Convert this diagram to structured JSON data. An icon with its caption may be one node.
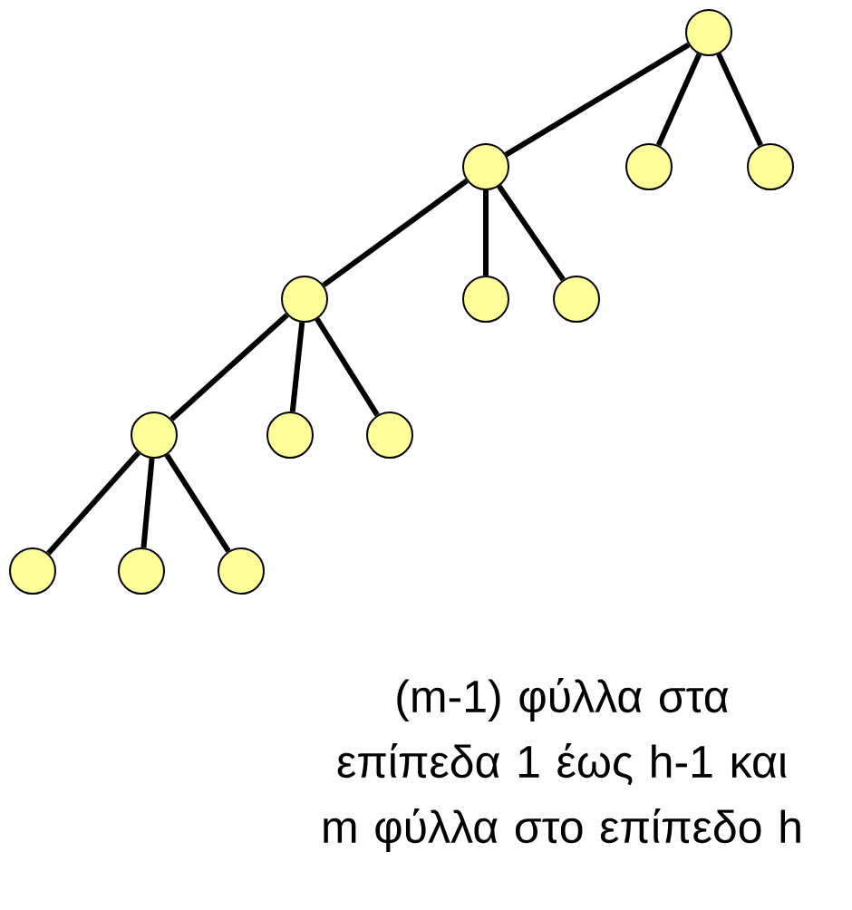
{
  "diagram": {
    "nodes": [
      {
        "text": [],
        "shape": "circle"
      },
      {
        "text": [],
        "shape": "circle"
      },
      {
        "text": [],
        "shape": "circle"
      },
      {
        "text": [],
        "shape": "circle"
      },
      {
        "text": [],
        "shape": "circle"
      },
      {
        "text": [],
        "shape": "circle"
      },
      {
        "text": [],
        "shape": "circle"
      },
      {
        "text": [],
        "shape": "circle"
      },
      {
        "text": [],
        "shape": "circle"
      },
      {
        "text": [],
        "shape": "circle"
      },
      {
        "text": [],
        "shape": "circle"
      },
      {
        "text": [],
        "shape": "circle"
      },
      {
        "text": [],
        "shape": "circle"
      }
    ],
    "edges": [
      {
        "from": 0,
        "to": 1,
        "arrow": "none"
      },
      {
        "from": 0,
        "to": 2,
        "arrow": "none"
      },
      {
        "from": 0,
        "to": 3,
        "arrow": "none"
      },
      {
        "from": 1,
        "to": 4,
        "arrow": "none"
      },
      {
        "from": 1,
        "to": 5,
        "arrow": "none"
      },
      {
        "from": 1,
        "to": 6,
        "arrow": "none"
      },
      {
        "from": 4,
        "to": 7,
        "arrow": "none"
      },
      {
        "from": 4,
        "to": 8,
        "arrow": "none"
      },
      {
        "from": 4,
        "to": 9,
        "arrow": "none"
      },
      {
        "from": 7,
        "to": 10,
        "arrow": "none"
      },
      {
        "from": 7,
        "to": 11,
        "arrow": "none"
      },
      {
        "from": 7,
        "to": 12,
        "arrow": "none"
      }
    ],
    "labels": [
      "(m-1) φύλλα στα επίπεδα 1 έως h-1 και m φύλλα στο επίπεδο h"
    ]
  }
}
